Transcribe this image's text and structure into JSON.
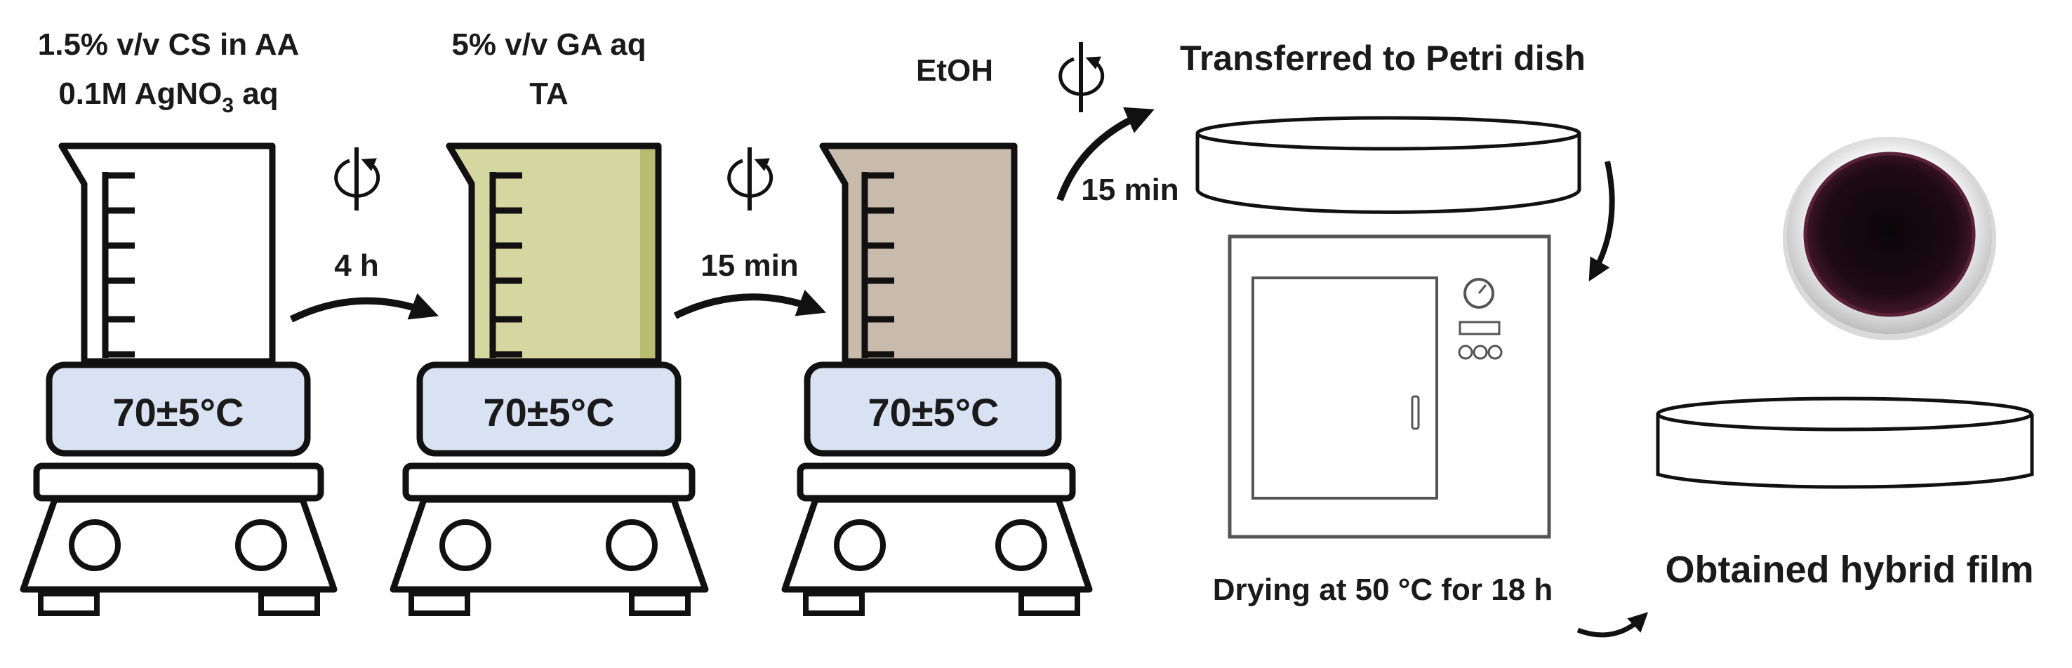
{
  "step1": {
    "line1": "1.5% v/v CS in AA",
    "line2_main": "0.1M AgNO",
    "line2_sub": "3",
    "line2_end": " aq",
    "temp": "70±5°C"
  },
  "step2": {
    "line1": "5% v/v GA aq",
    "line2": "TA",
    "temp": "70±5°C"
  },
  "step3": {
    "line1": "EtOH",
    "temp": "70±5°C"
  },
  "arrows": {
    "a1": "4 h",
    "a2": "15 min",
    "a3": "15 min"
  },
  "petri": {
    "title": "Transferred to Petri dish"
  },
  "oven": {
    "caption": "Drying at 50 °C for 18 h"
  },
  "result": {
    "caption": "Obtained hybrid film"
  },
  "colors": {
    "beaker1": "#ffffff",
    "beaker2": "#d5d7a1",
    "beaker3": "#c9bbac",
    "plate": "#d9e2f2",
    "film": "#140a12",
    "filmRim": "#3a1420"
  },
  "icons": [
    "rotation-icon",
    "beaker-icon",
    "hotplate-icon",
    "petri-dish-icon",
    "oven-icon",
    "film-photo"
  ]
}
